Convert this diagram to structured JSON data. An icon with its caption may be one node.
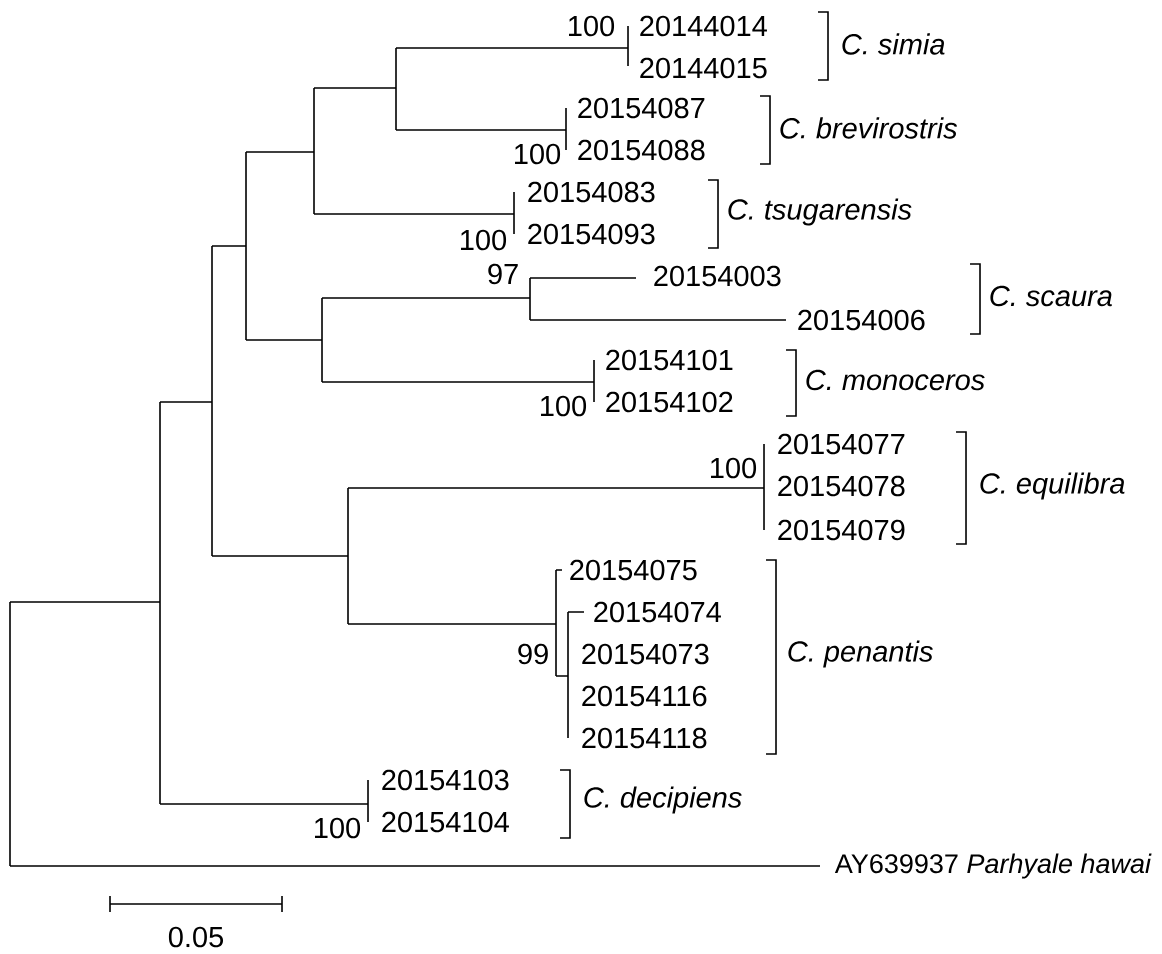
{
  "diagram": {
    "labels": [
      "100",
      "20144014",
      "C. simia",
      "20144015",
      "20154087",
      "C. brevirostris",
      "100",
      "20154088",
      "20154083",
      "C. tsugarensis",
      "100",
      "20154093",
      "97",
      "20154003",
      "C. scaura",
      "20154006",
      "20154101",
      "C. monoceros",
      "100",
      "20154102",
      "20154077",
      "100",
      "20154078",
      "C. equilibra",
      "20154079",
      "20154075",
      "20154074",
      "99",
      "20154073",
      "C. penantis",
      "20154116",
      "20154118",
      "20154103",
      "C. decipiens",
      "100",
      "20154104",
      "AY639937 *Parhyale hawai*",
      "0.05"
    ]
  }
}
